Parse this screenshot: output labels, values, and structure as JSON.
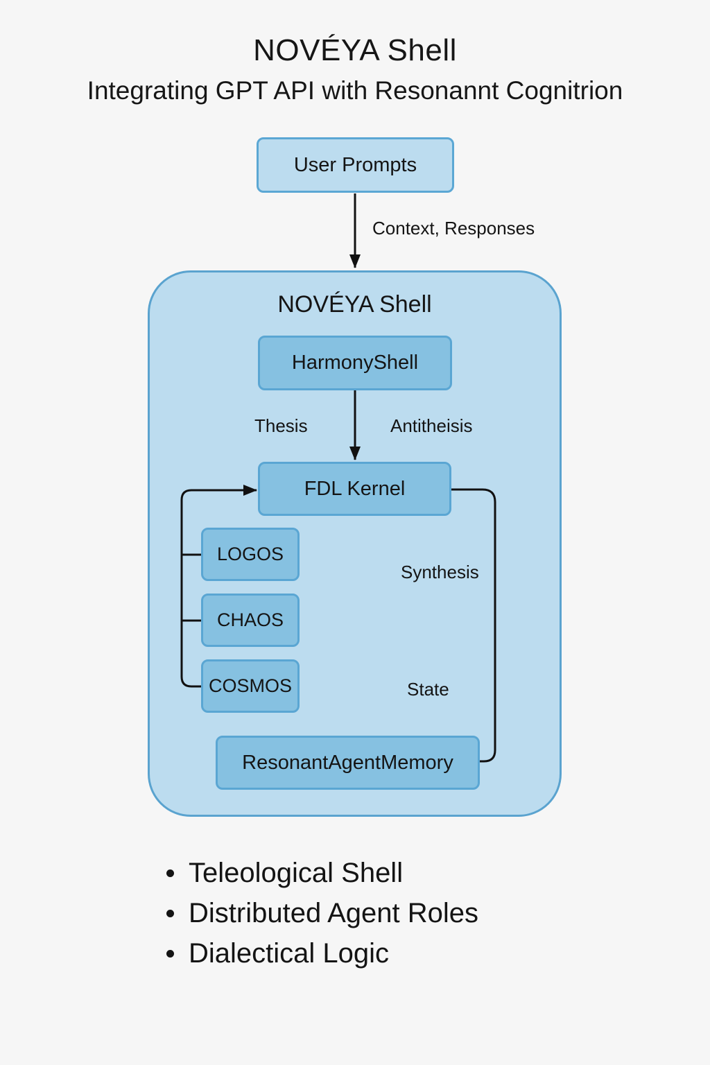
{
  "header": {
    "title": "NOVÉYA Shell",
    "subtitle": "Integrating GPT API with Resonannt Cognitrion"
  },
  "diagram": {
    "nodes": {
      "user_prompts": "User Prompts",
      "container_title": "NOVÉYA Shell",
      "harmony_shell": "HarmonyShell",
      "fdl_kernel": "FDL Kernel",
      "logos": "LOGOS",
      "chaos": "CHAOS",
      "cosmos": "COSMOS",
      "memory": "ResonantAgentMemory"
    },
    "edge_labels": {
      "context_responses": "Context, Responses",
      "thesis": "Thesis",
      "antithesis": "Antitheisis",
      "synthesis": "Synthesis",
      "state": "State"
    },
    "edges": [
      {
        "from": "user_prompts",
        "to": "noveya_shell",
        "label": "Context, Responses"
      },
      {
        "from": "harmony_shell",
        "to": "fdl_kernel",
        "label": "Thesis / Antitheisis"
      },
      {
        "from": "logos",
        "to": "fdl_kernel"
      },
      {
        "from": "chaos",
        "to": "fdl_kernel"
      },
      {
        "from": "cosmos",
        "to": "fdl_kernel"
      },
      {
        "from": "fdl_kernel",
        "to": "memory",
        "label": "Synthesis / State"
      }
    ],
    "colors": {
      "outer_fill": "#bcdcef",
      "outer_stroke": "#5aa3cf",
      "inner_fill": "#86c1e1",
      "inner_stroke": "#5aa6d3",
      "line": "#111111",
      "background": "#f6f6f6"
    }
  },
  "bullets": [
    "Teleological Shell",
    "Distributed Agent Roles",
    "Dialectical Logic"
  ]
}
